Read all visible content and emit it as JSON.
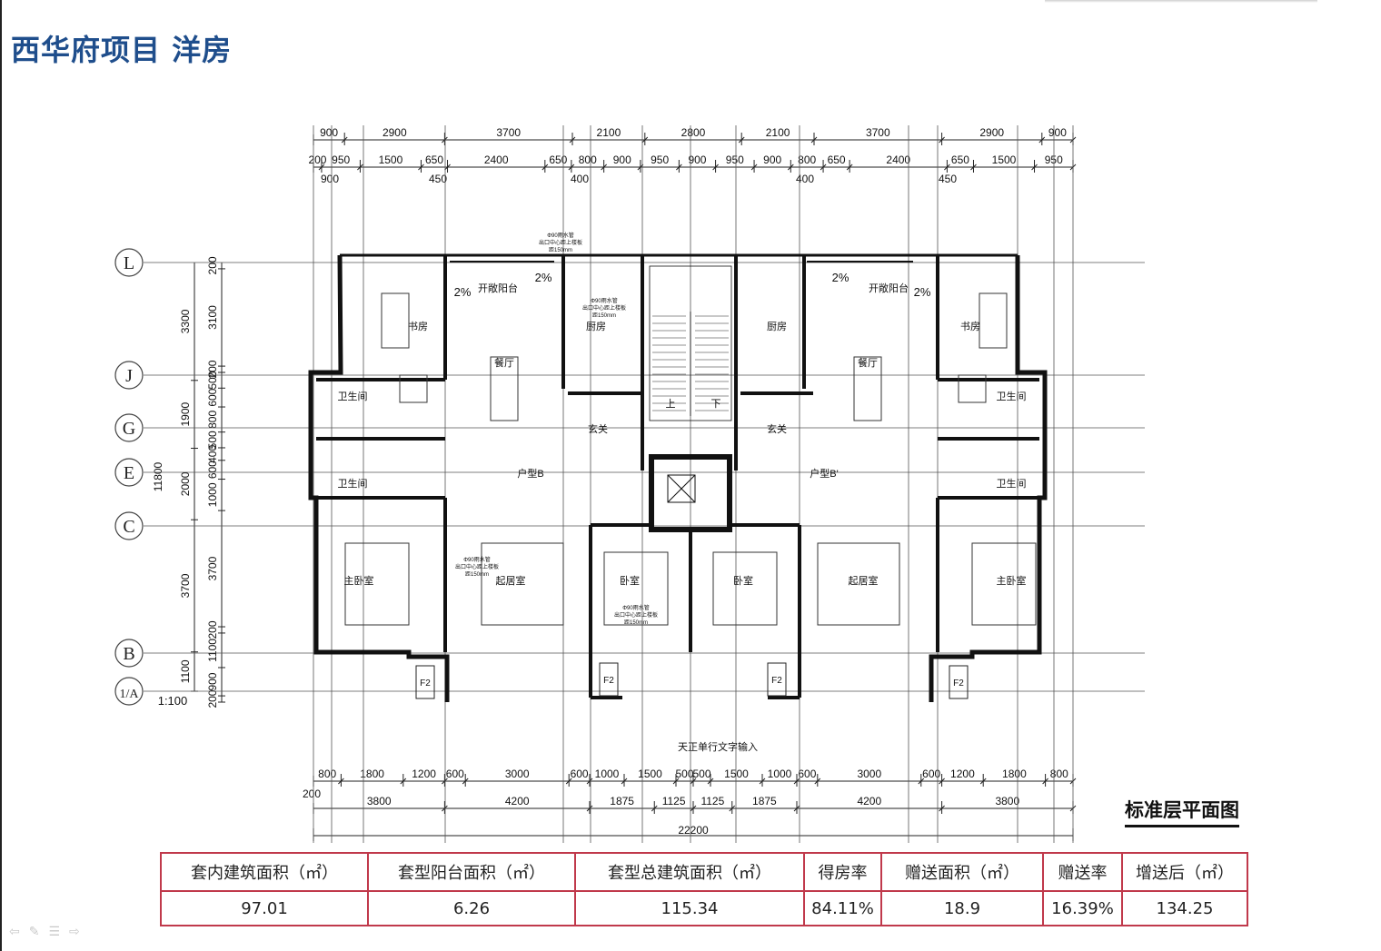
{
  "title": "西华府项目 洋房",
  "plan": {
    "caption": "标准层平面图",
    "note": "天正单行文字输入",
    "top_dims_row1": [
      "900",
      "2900",
      "3700",
      "2100",
      "2800",
      "2100",
      "3700",
      "2900",
      "900"
    ],
    "top_dims_row2": [
      "200",
      "950",
      "1500",
      "650",
      "2400",
      "650",
      "800",
      "900",
      "950",
      "900",
      "950",
      "900",
      "800",
      "650",
      "2400",
      "650",
      "1500",
      "950"
    ],
    "top_dims_row3": [
      "900",
      "450",
      "400",
      "400",
      "450"
    ],
    "bottom_dims_row1": [
      "200",
      "800",
      "1800",
      "1200",
      "600",
      "3000",
      "600",
      "1000",
      "1500",
      "500",
      "500",
      "1500",
      "1000",
      "600",
      "3000",
      "600",
      "1200",
      "1800",
      "800"
    ],
    "bottom_dims_row2": [
      "3800",
      "4200",
      "1875",
      "1125",
      "1125",
      "1875",
      "4200",
      "3800"
    ],
    "bottom_total": "22200",
    "axis_labels": [
      "L",
      "J",
      "G",
      "E",
      "C",
      "B",
      "1/A"
    ],
    "left_dims_outer": [
      "3300",
      "1900",
      "2000",
      "3700",
      "1100"
    ],
    "left_dims_inner": [
      "200",
      "3100",
      "200",
      "500",
      "600",
      "800",
      "500",
      "400",
      "600",
      "1000",
      "3700",
      "200",
      "1100",
      "900",
      "200"
    ],
    "left_total": "11800",
    "scale_label": "1:100",
    "rooms": [
      "书房",
      "开敞阳台",
      "厨房",
      "餐厅",
      "卫生间",
      "玄关",
      "户型B",
      "户型B'",
      "主卧室",
      "起居室",
      "卧室",
      "上",
      "下"
    ],
    "slope": "2%",
    "pipe_note": [
      "Φ90雨水管",
      "出口中心距上楼板",
      "距150mm"
    ],
    "f2_label": "F2"
  },
  "area_table": {
    "headers": [
      "套内建筑面积（㎡）",
      "套型阳台面积（㎡）",
      "套型总建筑面积（㎡）",
      "得房率",
      "赠送面积（㎡）",
      "赠送率",
      "增送后（㎡）"
    ],
    "values": [
      "97.01",
      "6.26",
      "115.34",
      "84.11%",
      "18.9",
      "16.39%",
      "134.25"
    ]
  }
}
